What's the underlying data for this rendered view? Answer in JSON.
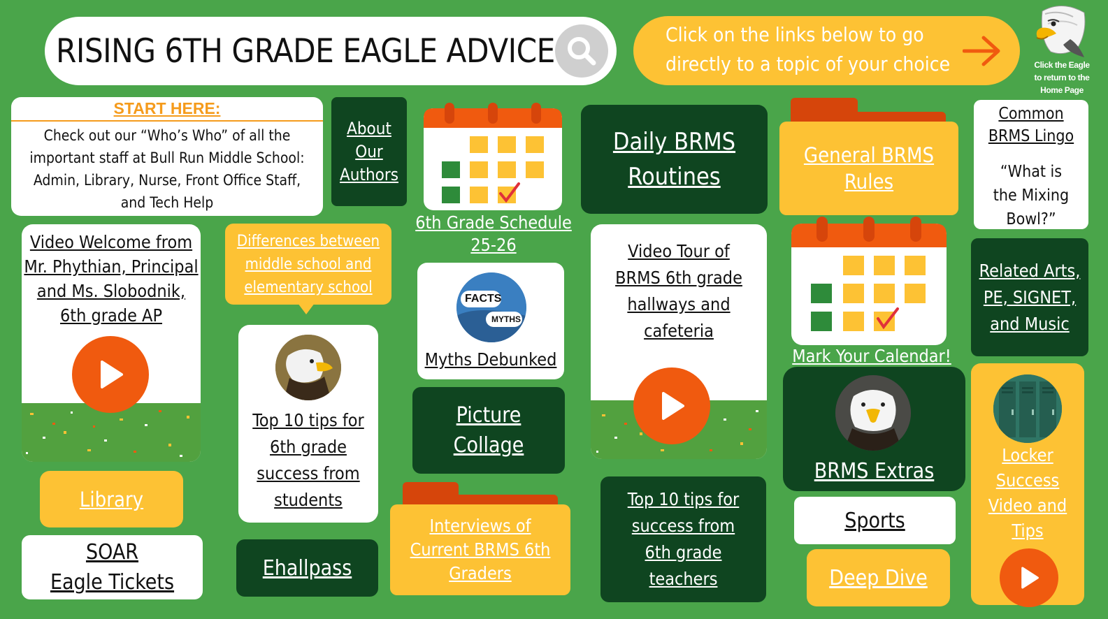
{
  "header": {
    "title": "RISING 6TH GRADE EAGLE ADVICE",
    "instruction_line1": "Click on the links below to go",
    "instruction_line2": "directly to a topic of your choice",
    "home_hint_line1": "Click the Eagle",
    "home_hint_line2": "to return to the",
    "home_hint_line3": "Home Page"
  },
  "start": {
    "heading": "START HERE:",
    "body": "Check out our “Who’s Who” of all the important staff at Bull Run Middle School: Admin, Library, Nurse, Front Office Staff, and  Tech Help"
  },
  "tiles": {
    "about_l1": "About",
    "about_l2": "Our",
    "about_l3": "Authors",
    "schedule_l1": "6th Grade Schedule",
    "schedule_l2": "25-26",
    "daily_l1": "Daily BRMS",
    "daily_l2": "Routines",
    "rules_l1": "General BRMS",
    "rules_l2": "Rules",
    "lingo_l1": "Common",
    "lingo_l2": "BRMS Lingo",
    "lingo_q1": "“What is",
    "lingo_q2": "the Mixing",
    "lingo_q3": "Bowl?”",
    "welcome_l1": "Video Welcome from",
    "welcome_l2": "Mr. Phythian, Principal",
    "welcome_l3": "and Ms. Slobodnik,",
    "welcome_l4": "6th grade AP",
    "diff_l1": "Differences between",
    "diff_l2": "middle school and",
    "diff_l3": "elementary school",
    "facts_word": "FACTS",
    "myths_word": "MYTHS",
    "myths_label": "Myths Debunked",
    "tour_l1": "Video Tour of",
    "tour_l2": "BRMS 6th grade",
    "tour_l3": "hallways and",
    "tour_l4": "cafeteria",
    "calendar_label": "Mark Your Calendar!",
    "related_l1": "Related Arts,",
    "related_l2": "PE, SIGNET,",
    "related_l3": "and Music",
    "tips_students_l1": "Top 10 tips for",
    "tips_students_l2": "6th grade",
    "tips_students_l3": "success from",
    "tips_students_l4": "students",
    "collage_l1": "Picture",
    "collage_l2": "Collage",
    "extras_label": "BRMS Extras",
    "locker_l1": "Locker",
    "locker_l2": "Success",
    "locker_l3": "Video and",
    "locker_l4": "Tips",
    "library_label": "Library",
    "interviews_l1": "Interviews of",
    "interviews_l2": "Current BRMS 6th",
    "interviews_l3": "Graders",
    "tips_teachers_l1": "Top 10 tips for",
    "tips_teachers_l2": "success from",
    "tips_teachers_l3": "6th grade",
    "tips_teachers_l4": "teachers",
    "sports_label": "Sports",
    "soar_l1": "SOAR",
    "soar_l2": "Eagle Tickets",
    "ehallpass_label": "Ehallpass",
    "deepdive_label": "Deep Dive"
  },
  "icons": [
    "search-icon",
    "arrow-right-icon",
    "eagle-icon",
    "play-icon",
    "calendar-icon",
    "folder-icon",
    "lockers-icon"
  ],
  "colors": {
    "background": "#4aa54a",
    "dark_green": "#0f4520",
    "yellow": "#fdc234",
    "orange": "#f05a0f",
    "start_orange": "#f59b1c"
  }
}
